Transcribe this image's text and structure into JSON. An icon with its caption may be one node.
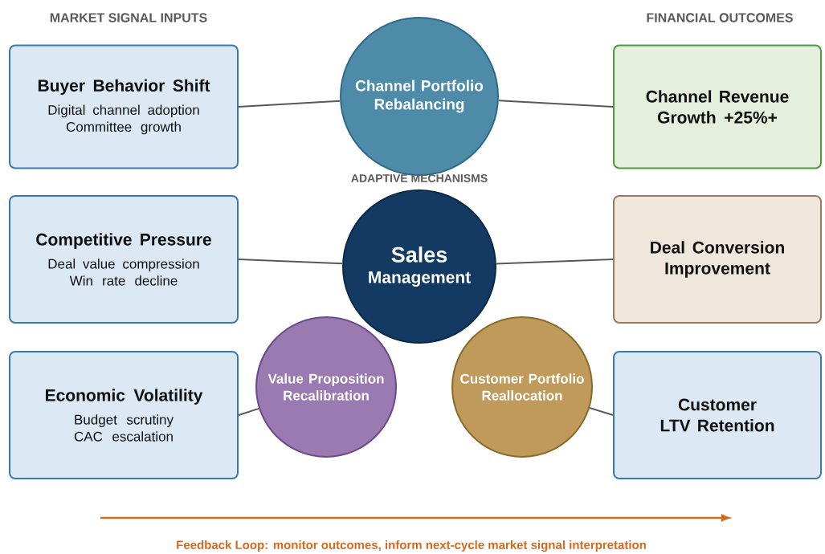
{
  "diagram": {
    "nodes": [
      {
        "text": [
          "Buyer Behavior Shift",
          "Digital channel adoption",
          "Committee growth"
        ]
      },
      {
        "text": [
          "Channel Portfolio Rebalancing"
        ]
      },
      {
        "text": [
          "Channel Revenue Growth +25%+"
        ]
      },
      {
        "text": [
          "Competitive Pressure",
          "Deal value compression",
          "Win rate decline"
        ]
      },
      {
        "text": [
          "Sales",
          "Management"
        ]
      },
      {
        "text": [
          "Deal Conversion Improvement"
        ]
      },
      {
        "text": [
          "Economic Volatility",
          "Budget scrutiny",
          "CAC escalation"
        ]
      },
      {
        "text": [
          "Value Proposition Recalibration"
        ]
      },
      {
        "text": [
          "Customer Portfolio Reallocation"
        ]
      },
      {
        "text": [
          "Customer LTV Retention"
        ]
      }
    ],
    "edges": [
      {
        "from": 0,
        "to": 1,
        "arrow": "none"
      },
      {
        "from": 1,
        "to": 2,
        "arrow": "none"
      },
      {
        "from": 3,
        "to": 4,
        "arrow": "none"
      },
      {
        "from": 4,
        "to": 5,
        "arrow": "none"
      },
      {
        "from": 6,
        "to": 7,
        "arrow": "none"
      },
      {
        "from": 8,
        "to": 9,
        "arrow": "none"
      }
    ],
    "labels": [
      "MARKET SIGNAL INPUTS",
      "FINANCIAL OUTCOMES",
      "ADAPTIVE MECHANISMS",
      "Feedback Loop: monitor outcomes, inform next-cycle market signal interpretation"
    ]
  }
}
